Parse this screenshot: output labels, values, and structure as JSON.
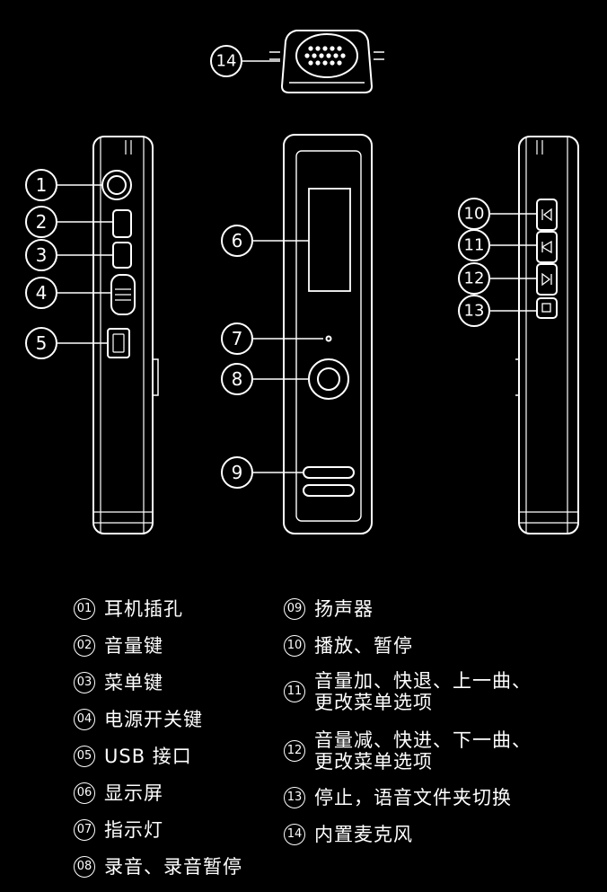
{
  "callouts": [
    "1",
    "2",
    "3",
    "4",
    "5",
    "6",
    "7",
    "8",
    "9",
    "10",
    "11",
    "12",
    "13",
    "14"
  ],
  "legend": [
    {
      "num": "01",
      "text": "耳机插孔"
    },
    {
      "num": "02",
      "text": "音量键"
    },
    {
      "num": "03",
      "text": "菜单键"
    },
    {
      "num": "04",
      "text": "电源开关键"
    },
    {
      "num": "05",
      "text": "USB 接口"
    },
    {
      "num": "06",
      "text": "显示屏"
    },
    {
      "num": "07",
      "text": "指示灯"
    },
    {
      "num": "08",
      "text": "录音、录音暂停"
    },
    {
      "num": "09",
      "text": "扬声器"
    },
    {
      "num": "10",
      "text": "播放、暂停"
    },
    {
      "num": "11",
      "text": "音量加、快退、上一曲、\n更改菜单选项"
    },
    {
      "num": "12",
      "text": "音量减、快进、下一曲、\n更改菜单选项"
    },
    {
      "num": "13",
      "text": "停止，语音文件夹切换"
    },
    {
      "num": "14",
      "text": "内置麦克风"
    }
  ],
  "colors": {
    "background": "#000000",
    "line": "#ffffff"
  }
}
